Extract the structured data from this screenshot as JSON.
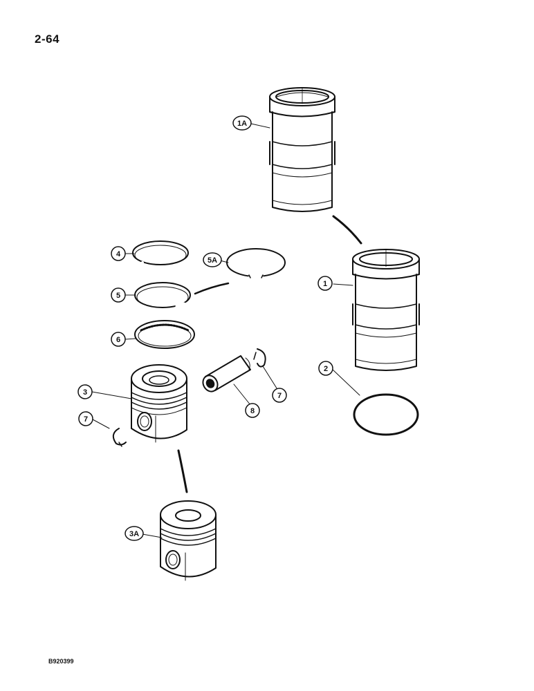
{
  "page": {
    "number": "2-64",
    "figure_id": "B920399"
  },
  "callouts": {
    "c1A": "1A",
    "c1": "1",
    "c2": "2",
    "c3": "3",
    "c3A": "3A",
    "c4": "4",
    "c5": "5",
    "c5A": "5A",
    "c6": "6",
    "c7a": "7",
    "c7b": "7",
    "c8": "8"
  }
}
